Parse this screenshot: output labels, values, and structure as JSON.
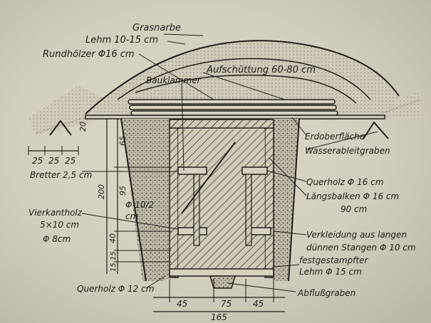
{
  "labels": {
    "grasnarbe": "Grasnarbe",
    "lehm": "Lehm 10-15 cm",
    "rundhoelzer": "Rundhölzer Φ16 cm",
    "bauklammer": "Bauklammer",
    "aufschuettung": "Aufschüttung 60-80 cm",
    "erdoberflaeche": "Erdoberfläche",
    "wasserableitgraben": "Wasserableitgraben",
    "bretter": "Bretter 2,5 cm",
    "querholz16": "Querholz Φ 16 cm",
    "laengsbalken": "Längsbalken Φ 16 cm",
    "laengsbalken_len": "90 cm",
    "vierkantholz": "Vierkantholz",
    "vierkantholz_size": "5×10 cm",
    "vierkantholz_dia": "Φ 8cm",
    "phi10": "Φ 10/2",
    "phi10_unit": "cm",
    "verkleidung_1": "Verkleidung aus langen",
    "verkleidung_2": "dünnen Stangen Φ 10 cm",
    "festgestampft_1": "festgestampfter",
    "festgestampft_2": "Lehm Φ 15 cm",
    "querholz12": "Querholz Φ 12 cm",
    "abflussgraben": "Abflußgraben"
  },
  "dimensions": {
    "left_25a": "25",
    "left_25b": "25",
    "left_25c": "25",
    "d_20": "20",
    "v_65": "65",
    "v_200": "200",
    "v_95": "95",
    "v_40": "40",
    "v_15a": "15",
    "v_15b": "15",
    "b_45a": "45",
    "b_75": "75",
    "b_45b": "45",
    "b_165": "165"
  }
}
